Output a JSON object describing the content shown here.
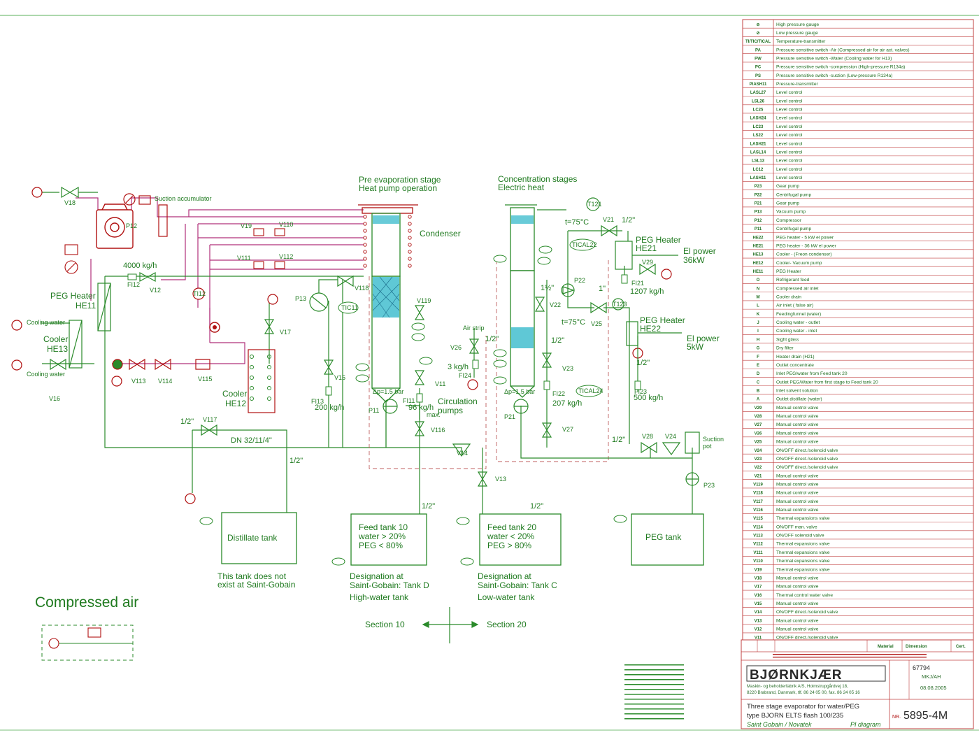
{
  "diagram": {
    "compressed_air_title": "Compressed air",
    "section_left": "Section 10",
    "section_right": "Section 20",
    "stage_pre_1": "Pre evaporation stage",
    "stage_pre_2": "Heat pump operation",
    "stage_conc_1": "Concentration stages",
    "stage_conc_2": "Electric heat",
    "suction_accumulator": "Suction accumulator",
    "condenser": "Condenser",
    "circulation_1": "Circulation",
    "circulation_2": "pumps",
    "air_strip": "Air strip",
    "peg_heater_he11_1": "PEG Heater",
    "peg_heater_he11_2": "HE11",
    "cooler_he13_1": "Cooler",
    "cooler_he13_2": "HE13",
    "cooler_he12_1": "Cooler",
    "cooler_he12_2": "HE12",
    "cooling_water_1": "Cooling water",
    "cooling_water_2": "Cooling water",
    "peg_heater_he21_1": "PEG Heater",
    "peg_heater_he21_2": "HE21",
    "el_power_1": "El power",
    "el_power_1b": "36kW",
    "peg_heater_he22_1": "PEG Heater",
    "peg_heater_he22_2": "HE22",
    "el_power_2": "El power",
    "el_power_2b": "5kW",
    "flow_4000": "4000 kg/h",
    "flow_1207": "1207 kg/h",
    "flow_200": "200 kg/h",
    "flow_96": "96 kg/h",
    "flow_max": "max.",
    "flow_3": "3 kg/h",
    "flow_207": "207 kg/h",
    "flow_500": "500 kg/h",
    "temp_1": "t=75°C",
    "temp_2": "t=75°C",
    "dn": "DN 32/11/4\"",
    "half_inch": "1/2\"",
    "one_inch": "1\"",
    "one_half_inch": "1½\"",
    "dp_1": "Δp=1.5 bar",
    "dp_2": "Δp=1.5 bar",
    "suction_pot_1": "Suction",
    "suction_pot_2": "pot",
    "distillate_tank": "Distillate tank",
    "distillate_note_1": "This tank does not",
    "distillate_note_2": "exist at Saint-Gobain",
    "feed10_1": "Feed tank 10",
    "feed10_2": "water > 20%",
    "feed10_3": "PEG < 80%",
    "feed10_d1": "Designation at",
    "feed10_d2": "Saint-Gobain: Tank D",
    "feed10_d3": "High-water tank",
    "feed20_1": "Feed tank 20",
    "feed20_2": "water < 20%",
    "feed20_3": "PEG > 80%",
    "feed20_d1": "Designation at",
    "feed20_d2": "Saint-Gobain: Tank C",
    "feed20_d3": "Low-water tank",
    "peg_tank": "PEG tank",
    "tags": {
      "V18": "V18",
      "P12": "P12",
      "V19": "V19",
      "V110": "V110",
      "V111": "V111",
      "V112": "V112",
      "FI12": "FI12",
      "V12": "V12",
      "TI12": "TI12",
      "V118": "V118",
      "P13": "P13",
      "TIC11": "TIC11",
      "V119": "V119",
      "V17": "V17",
      "V15": "V15",
      "V11": "V11",
      "FI13": "FI13",
      "FI11": "FI11",
      "P11": "P11",
      "V116": "V116",
      "V14": "V14",
      "V13": "V13",
      "V113": "V113",
      "V114": "V114",
      "V115": "V115",
      "V16": "V16",
      "V117": "V117",
      "FI24": "FI24",
      "V26": "V26",
      "TICAL22": "TICAL22",
      "P22": "P22",
      "V22": "V22",
      "V23": "V23",
      "TICAL24": "TICAL24",
      "FI22": "FI22",
      "P21": "P21",
      "V27": "V27",
      "V25": "V25",
      "T123": "T123",
      "V21": "V21",
      "T121": "T121",
      "V29": "V29",
      "FI21": "FI21",
      "FI23": "FI23",
      "V28": "V28",
      "V24": "V24",
      "P23": "P23"
    }
  },
  "legend": [
    [
      "⊘",
      "High pressure gauge"
    ],
    [
      "⊘",
      "Low pressure gauge"
    ],
    [
      "TI/TIC/TICAL",
      "Temperature-transmitter"
    ],
    [
      "PA",
      "Pressure sensitive switch -Air (Compressed air for air act. valves)"
    ],
    [
      "PW",
      "Pressure sensitive switch -Water (Cooling water for H13)"
    ],
    [
      "PC",
      "Pressure sensitive switch -compression (High-pressure R134a)"
    ],
    [
      "PS",
      "Pressure sensitive switch -suction (Low-pressure R134a)"
    ],
    [
      "PIASH11",
      "Pressure-transmitter"
    ],
    [
      "LASL27",
      "Level control"
    ],
    [
      "LSL26",
      "Level control"
    ],
    [
      "LC25",
      "Level control"
    ],
    [
      "LASH24",
      "Level control"
    ],
    [
      "LC23",
      "Level control"
    ],
    [
      "LS22",
      "Level control"
    ],
    [
      "LASH21",
      "Level control"
    ],
    [
      "LASL14",
      "Level control"
    ],
    [
      "LSL13",
      "Level control"
    ],
    [
      "LC12",
      "Level control"
    ],
    [
      "LASH11",
      "Level control"
    ],
    [
      "P23",
      "Gear pump"
    ],
    [
      "P22",
      "Centrifugal pump"
    ],
    [
      "P21",
      "Gear pump"
    ],
    [
      "P13",
      "Vacuum pump"
    ],
    [
      "P12",
      "Compressor"
    ],
    [
      "P11",
      "Centrifugal pump"
    ],
    [
      "HE22",
      "PEG heater - 5 kW el power"
    ],
    [
      "HE21",
      "PEG heater - 36 kW el power"
    ],
    [
      "HE13",
      "Cooler - (Freon condenser)"
    ],
    [
      "HE12",
      "Cooler- Vacuum pump"
    ],
    [
      "HE11",
      "PEG Heater"
    ],
    [
      "O",
      "Refrigerant feed"
    ],
    [
      "N",
      "Compressed air inlet"
    ],
    [
      "M",
      "Cooler drain"
    ],
    [
      "L",
      "Air inlet ( false air)"
    ],
    [
      "K",
      "Feedingfunnel (water)"
    ],
    [
      "J",
      "Cooling water - outlet"
    ],
    [
      "I",
      "Cooling water - inlet"
    ],
    [
      "H",
      "Sight glass"
    ],
    [
      "G",
      "Dry filter"
    ],
    [
      "F",
      "Heater drain (H21)"
    ],
    [
      "E",
      "Outlet concentrate"
    ],
    [
      "D",
      "Inlet PEG/water from Feed tank 20"
    ],
    [
      "C",
      "Outlet PEG/Water from first stage to Feed tank 20"
    ],
    [
      "B",
      "Inlet solvent solution"
    ],
    [
      "A",
      "Outlet distillate (water)"
    ],
    [
      "V29",
      "Manual control valve"
    ],
    [
      "V28",
      "Manual control valve"
    ],
    [
      "V27",
      "Manual control valve"
    ],
    [
      "V26",
      "Manual control valve"
    ],
    [
      "V25",
      "Manual control valve"
    ],
    [
      "V24",
      "ON/OFF direct./solenoid valve"
    ],
    [
      "V23",
      "ON/OFF direct./solenoid valve"
    ],
    [
      "V22",
      "ON/OFF direct./solenoid valve"
    ],
    [
      "V21",
      "Manual control valve"
    ],
    [
      "V119",
      "Manual control valve"
    ],
    [
      "V118",
      "Manual control valve"
    ],
    [
      "V117",
      "Manual control valve"
    ],
    [
      "V116",
      "Manual control valve"
    ],
    [
      "V115",
      "Thermal expansions valve"
    ],
    [
      "V114",
      "ON/OFF man. valve"
    ],
    [
      "V113",
      "ON/OFF solenoid valve"
    ],
    [
      "V112",
      "Thermal expansions valve"
    ],
    [
      "V111",
      "Thermal expansions valve"
    ],
    [
      "V110",
      "Thermal expansions valve"
    ],
    [
      "V19",
      "Thermal expansions valve"
    ],
    [
      "V18",
      "Manual control valve"
    ],
    [
      "V17",
      "Manual control valve"
    ],
    [
      "V16",
      "Thermal control water valve"
    ],
    [
      "V15",
      "Manual control valve"
    ],
    [
      "V14",
      "ON/OFF direct./solenoid valve"
    ],
    [
      "V13",
      "Manual control valve"
    ],
    [
      "V12",
      "Manual control valve"
    ],
    [
      "V11",
      "ON/OFF direct./solenoid valve"
    ]
  ],
  "title_block": {
    "col_material": "Material",
    "col_dimension": "Dimension",
    "col_cert": "Cert.",
    "drawing_no_top": "67794",
    "company": "BJØRNKJÆR",
    "company_addr_1": "Maskin- og beholderfabrik A/S, Holmstrupgårdvej 18,",
    "company_addr_2": "8220 Brabrand, Danmark, tlf. 86 24 05 00, fax. 86 24 05 16",
    "drawn_by": "MKJ/AH",
    "date": "08.08.2005",
    "title_1": "Three stage evaporator for water/PEG",
    "title_2": "type BJORN ELTS flash 100/235",
    "title_3a": "Saint Gobain / Novatek",
    "title_3b": "PI diagram",
    "drawing_nr": "5895-4M",
    "nr_label": "NR."
  },
  "colors": {
    "green": "#2a8a2a",
    "red": "#b01010",
    "magenta": "#b0307a",
    "cyan": "#29b5c8",
    "border": "#c04040"
  }
}
